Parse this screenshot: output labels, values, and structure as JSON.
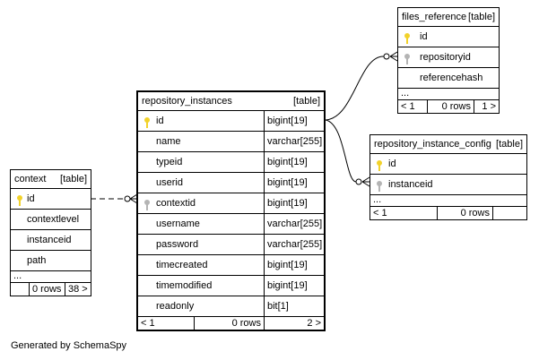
{
  "context": {
    "title": "context",
    "kind": "[table]",
    "rows": [
      {
        "name": "id",
        "key": "primary"
      },
      {
        "name": "contextlevel",
        "key": ""
      },
      {
        "name": "instanceid",
        "key": ""
      },
      {
        "name": "path",
        "key": ""
      }
    ],
    "ellipsis": "...",
    "footer": {
      "left": "",
      "mid": "0 rows",
      "right": "38 >"
    }
  },
  "repository_instances": {
    "title": "repository_instances",
    "kind": "[table]",
    "rows": [
      {
        "name": "id",
        "type": "bigint[19]",
        "key": "primary"
      },
      {
        "name": "name",
        "type": "varchar[255]",
        "key": ""
      },
      {
        "name": "typeid",
        "type": "bigint[19]",
        "key": ""
      },
      {
        "name": "userid",
        "type": "bigint[19]",
        "key": ""
      },
      {
        "name": "contextid",
        "type": "bigint[19]",
        "key": "foreign"
      },
      {
        "name": "username",
        "type": "varchar[255]",
        "key": ""
      },
      {
        "name": "password",
        "type": "varchar[255]",
        "key": ""
      },
      {
        "name": "timecreated",
        "type": "bigint[19]",
        "key": ""
      },
      {
        "name": "timemodified",
        "type": "bigint[19]",
        "key": ""
      },
      {
        "name": "readonly",
        "type": "bit[1]",
        "key": ""
      }
    ],
    "footer": {
      "left": "< 1",
      "mid": "0 rows",
      "right": "2 >"
    }
  },
  "files_reference": {
    "title": "files_reference",
    "kind": "[table]",
    "rows": [
      {
        "name": "id",
        "key": "primary"
      },
      {
        "name": "repositoryid",
        "key": "foreign"
      },
      {
        "name": "referencehash",
        "key": ""
      }
    ],
    "ellipsis": "...",
    "footer": {
      "left": "< 1",
      "mid": "0 rows",
      "right": "1 >"
    }
  },
  "repository_instance_config": {
    "title": "repository_instance_config",
    "kind": "[table]",
    "rows": [
      {
        "name": "id",
        "key": "primary"
      },
      {
        "name": "instanceid",
        "key": "foreign"
      }
    ],
    "ellipsis": "...",
    "footer": {
      "left": "< 1",
      "mid": "0 rows",
      "right": ""
    }
  },
  "caption": "Generated by SchemaSpy",
  "colors": {
    "primary_key": "#f2d22a",
    "foreign_key": "#b4b4b4",
    "border": "#000000"
  }
}
